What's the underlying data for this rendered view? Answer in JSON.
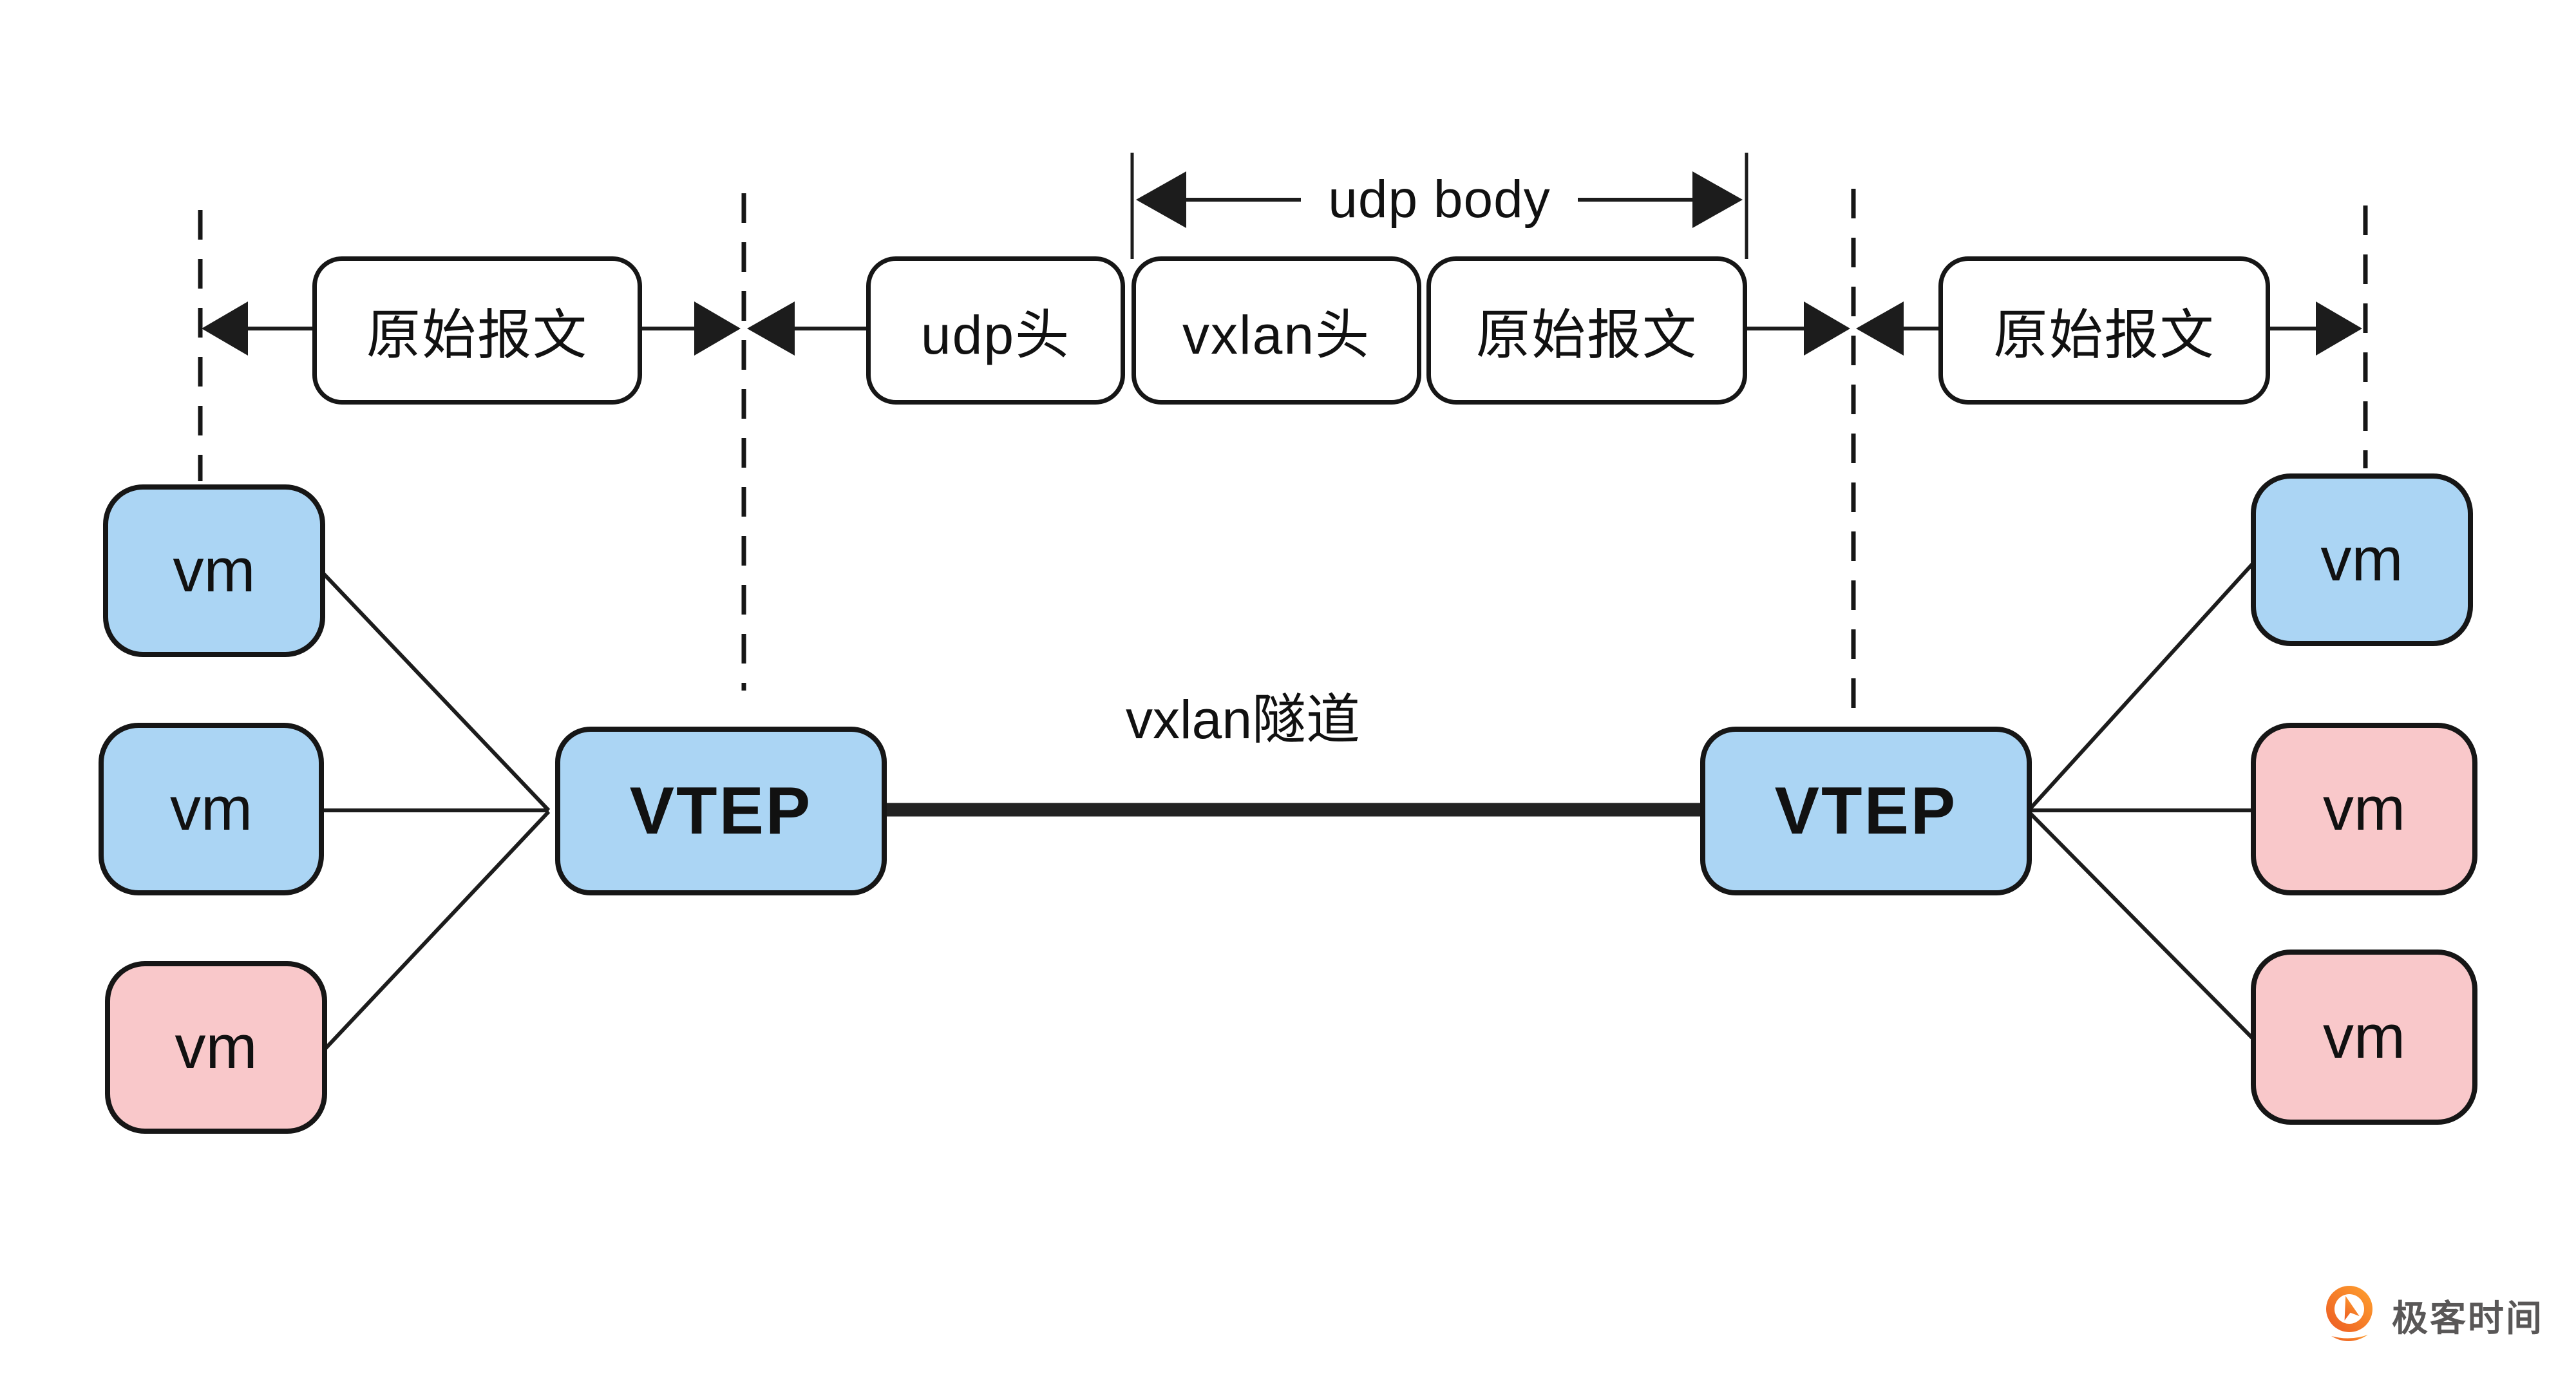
{
  "packet_annotation": {
    "left_section": {
      "original_packet": "原始报文"
    },
    "middle_section": {
      "udp_header": "udp头",
      "vxlan_header": "vxlan头",
      "original_packet": "原始报文",
      "udp_body_label": "udp body"
    },
    "right_section": {
      "original_packet": "原始报文"
    }
  },
  "network": {
    "vtep_left": {
      "label": "VTEP"
    },
    "vtep_right": {
      "label": "VTEP"
    },
    "tunnel_label": "vxlan隧道",
    "left_vms": [
      {
        "label": "vm",
        "color": "#abd5f4"
      },
      {
        "label": "vm",
        "color": "#abd5f4"
      },
      {
        "label": "vm",
        "color": "#f9c8ca"
      }
    ],
    "right_vms": [
      {
        "label": "vm",
        "color": "#abd5f4"
      },
      {
        "label": "vm",
        "color": "#f9c8ca"
      },
      {
        "label": "vm",
        "color": "#f9c8ca"
      }
    ]
  },
  "branding": {
    "logo_text": "极客时间"
  },
  "colors": {
    "node_blue": "#abd5f4",
    "node_pink": "#f9c8ca",
    "line_black": "#1c1c1c",
    "logo_orange": "#f4771f",
    "logo_text_gray": "#595757",
    "background": "#ffffff"
  }
}
